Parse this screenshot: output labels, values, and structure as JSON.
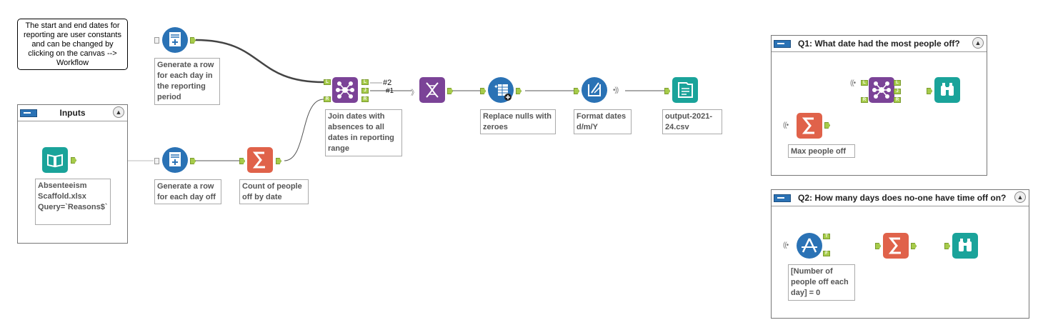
{
  "comment": {
    "text": "The start and end dates for reporting are user constants and can be changed by clicking on the canvas --> Workflow"
  },
  "containers": {
    "inputs": {
      "title": "Inputs"
    },
    "q1": {
      "title": "Q1: What date had the most people off?"
    },
    "q2": {
      "title": "Q2: How many days does no-one have time off on?"
    }
  },
  "tools": {
    "input": {
      "label": "Absenteeism Scaffold.xlsx Query=`Reasons$`",
      "icon": "book-icon",
      "color": "#1aa39a"
    },
    "gen_rows_period": {
      "label": "Generate a row for each day in the reporting period",
      "icon": "generate-rows-icon",
      "color": "#2a72b5"
    },
    "gen_rows_dayoff": {
      "label": "Generate a row for each day off",
      "icon": "generate-rows-icon",
      "color": "#2a72b5"
    },
    "count": {
      "label": "Count of people off by date",
      "icon": "summarize-icon",
      "color": "#e0624a"
    },
    "join": {
      "label": "Join dates with absences to all dates in reporting range",
      "icon": "join-icon",
      "color": "#7b4397"
    },
    "dna": {
      "label": "",
      "icon": "dna-icon",
      "color": "#7b4397"
    },
    "replace_nulls": {
      "label": "Replace nulls with zeroes",
      "icon": "multi-field-formula-icon",
      "color": "#2a72b5"
    },
    "format_dates": {
      "label": "Format dates d/m/Y",
      "icon": "datetime-icon",
      "color": "#2a72b5"
    },
    "output": {
      "label": "output-2021-24.csv",
      "icon": "output-icon",
      "color": "#1aa39a"
    },
    "q1_summarize": {
      "label": "Max people off",
      "icon": "summarize-icon",
      "color": "#e0624a"
    },
    "q1_join": {
      "label": "",
      "icon": "join-icon",
      "color": "#7b4397"
    },
    "q1_browse": {
      "label": "",
      "icon": "browse-icon",
      "color": "#1aa39a"
    },
    "q2_filter": {
      "label": "[Number of people off each day] = 0",
      "icon": "filter-icon",
      "color": "#2a72b5"
    },
    "q2_summarize": {
      "label": "",
      "icon": "summarize-icon",
      "color": "#e0624a"
    },
    "q2_browse": {
      "label": "",
      "icon": "browse-icon",
      "color": "#1aa39a"
    }
  },
  "connection_labels": {
    "first": "#2",
    "second": "#1"
  },
  "anchor_letters": {
    "left": "L",
    "join": "J",
    "right": "R",
    "true": "T",
    "false": "F"
  }
}
